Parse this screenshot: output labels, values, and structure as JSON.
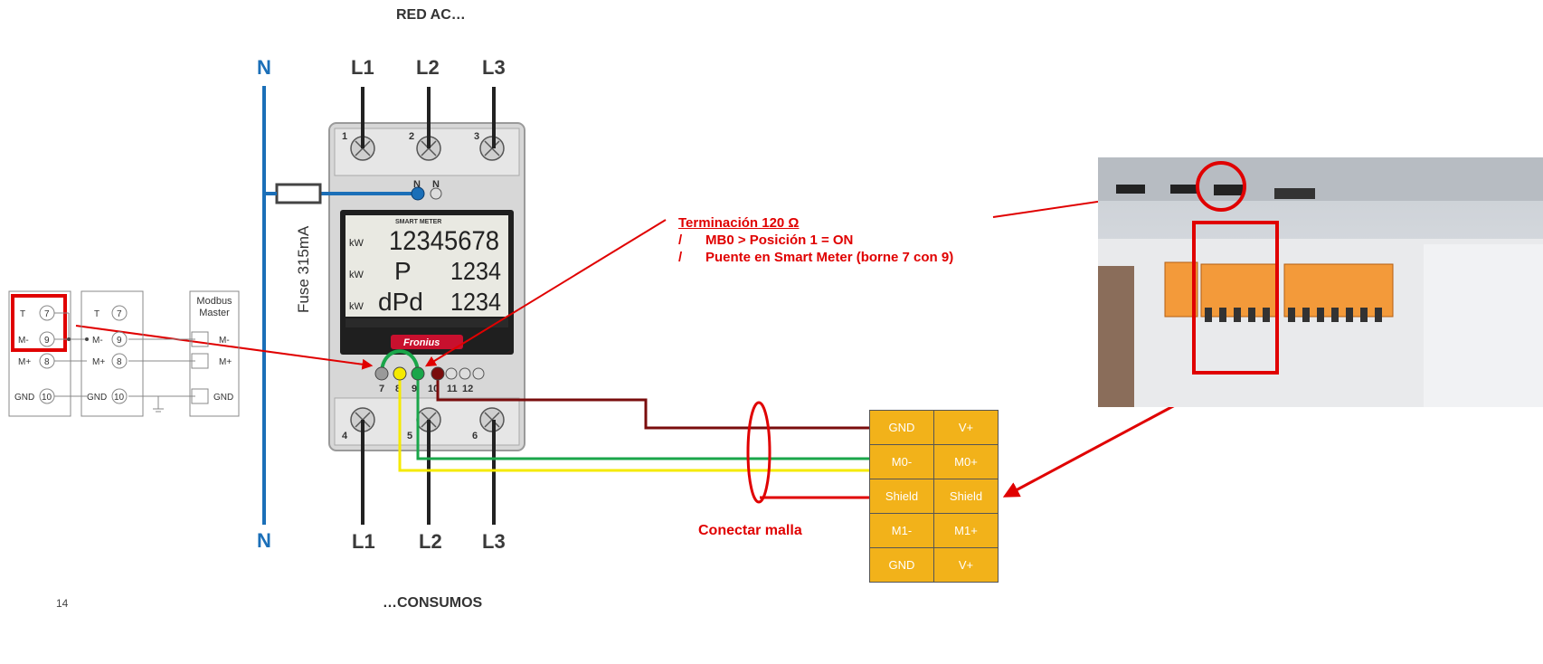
{
  "header": {
    "top": "RED AC…",
    "bottom": "…CONSUMOS"
  },
  "phases_top": [
    "L1",
    "L2",
    "L3"
  ],
  "phases_bottom": [
    "L1",
    "L2",
    "L3"
  ],
  "neutral_top": "N",
  "neutral_bottom": "N",
  "fuse_label": "Fuse 315mA",
  "meter": {
    "title": "SMART METER",
    "row1": "12345678",
    "row2": "1234",
    "row3": "1234",
    "brand": "Fronius",
    "units": [
      "kW",
      "kW",
      "kW"
    ],
    "p_symbol": "P",
    "dpd_symbol": "dPd",
    "top_numbers": [
      "1",
      "2",
      "3"
    ],
    "bottom_numbers": [
      "4",
      "5",
      "6"
    ],
    "n_labels": [
      "N",
      "N"
    ],
    "terminal_numbers": [
      "7",
      "8",
      "9",
      "10",
      "11",
      "12"
    ]
  },
  "annotation": {
    "title": "Terminación 120 Ω",
    "lines": [
      {
        "prefix": "/",
        "text": "MB0 > Posición 1 = ON"
      },
      {
        "prefix": "/",
        "text": "Puente en Smart Meter (borne 7 con 9)"
      }
    ]
  },
  "conectar_malla": "Conectar malla",
  "terminal_block": [
    [
      "GND",
      "V+"
    ],
    [
      "M0-",
      "M0+"
    ],
    [
      "Shield",
      "Shield"
    ],
    [
      "M1-",
      "M1+"
    ],
    [
      "GND",
      "V+"
    ]
  ],
  "modbus": {
    "master": "Modbus\nMaster",
    "rows1": [
      {
        "label": "T",
        "num": "7"
      },
      {
        "label": "M-",
        "num": "9"
      },
      {
        "label": "M+",
        "num": "8"
      },
      {
        "label": "GND",
        "num": "10"
      }
    ],
    "rows2": [
      {
        "label": "T",
        "num": "7"
      },
      {
        "label": "M-",
        "num": "9"
      },
      {
        "label": "M+",
        "num": "8"
      },
      {
        "label": "GND",
        "num": "10"
      }
    ],
    "master_pins": [
      "M-",
      "M+",
      "GND"
    ]
  },
  "page_number": "14",
  "colors": {
    "neutral": "#1b6fb8",
    "red": "#e00000",
    "green": "#1aa64a",
    "yellow": "#f5ea00",
    "darkred": "#7a0d0d",
    "terminal": "#f2b21a"
  }
}
